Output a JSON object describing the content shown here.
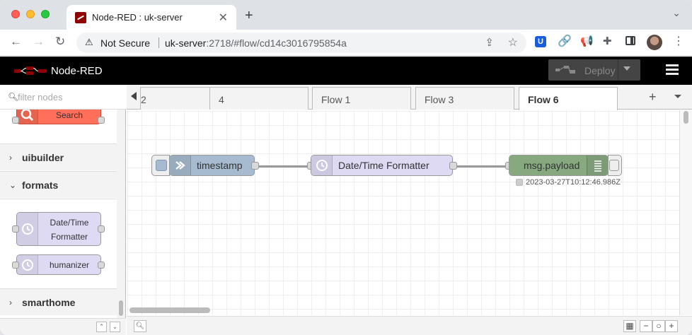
{
  "browser": {
    "tab_title": "Node-RED : uk-server",
    "tab_close": "✕",
    "new_tab": "+",
    "strip_menu": "⌄",
    "security_label": "Not Secure",
    "url_host": "uk-server",
    "url_rest": ":2718/#flow/cd14c3016795854a",
    "extensions": {
      "bitwarden": "U"
    }
  },
  "app": {
    "title": "Node-RED",
    "deploy_label": "Deploy",
    "colors": {
      "header_bg": "#000000",
      "accent_red": "#8f0000",
      "deploy_bg": "#444444"
    }
  },
  "palette": {
    "filter_placeholder": "filter nodes",
    "nodes": [
      {
        "label": "Search",
        "color": "#ff6f59"
      }
    ],
    "categories": [
      {
        "label": "uibuilder",
        "chevron": "›"
      },
      {
        "label": "formats",
        "chevron": "⌄",
        "nodes": [
          {
            "label_lines": [
              "Date/Time",
              "Formatter"
            ],
            "color": "#dedaf4"
          },
          {
            "label": "humanizer",
            "color": "#dedaf4"
          }
        ]
      },
      {
        "label": "smarthome",
        "chevron": "›"
      }
    ]
  },
  "workspace": {
    "tabs": [
      {
        "label": "2",
        "active": false
      },
      {
        "label": "4",
        "active": false
      },
      {
        "label": "Flow 1",
        "active": false
      },
      {
        "label": "Flow 3",
        "active": false
      },
      {
        "label": "Flow 6",
        "active": true
      }
    ],
    "add_tab": "+",
    "flow_nodes": [
      {
        "label": "timestamp",
        "type": "inject",
        "color": "#a6bbcf"
      },
      {
        "label": "Date/Time Formatter",
        "type": "datetime",
        "color": "#dedaf4"
      },
      {
        "label": "msg.payload",
        "type": "debug",
        "color": "#87a980"
      }
    ],
    "debug_status": "2023-03-27T10:12:46.986Z"
  }
}
